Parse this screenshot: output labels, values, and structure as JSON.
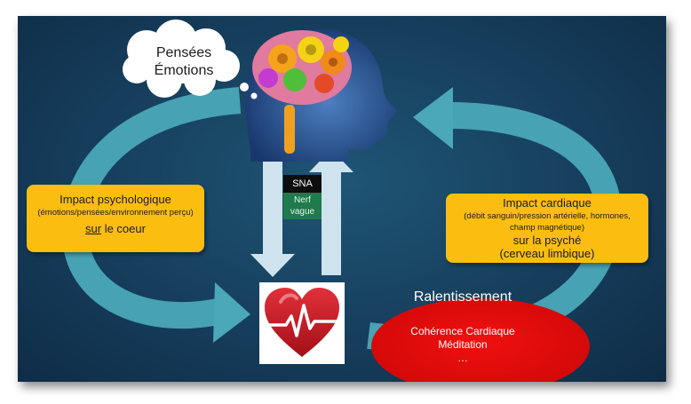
{
  "cloud": {
    "line1": "Pensées",
    "line2": "Émotions"
  },
  "left_box": {
    "title": "Impact psychologique",
    "subtitle": "(émotions/pensées/environnement perçu)",
    "last_underlined": "sur",
    "last_rest": " le coeur"
  },
  "right_box": {
    "title": "Impact cardiaque",
    "subtitle1": "(débit sanguin/pression artérielle, hormones,",
    "subtitle2": "champ magnétique)",
    "line3": "sur la psyché",
    "line4": "(cerveau limbique)"
  },
  "sna": {
    "label": "SNA",
    "nerf_line1": "Nerf",
    "nerf_line2": "vague"
  },
  "oval": {
    "title": "Ralentissement",
    "item1": "Cohérence Cardiaque",
    "item2": "Méditation",
    "item3": "…"
  },
  "colors": {
    "background": "#163e5c",
    "arrow": "#4aa8b8",
    "box": "#fbbd10",
    "oval": "#e00b0b",
    "heart": "#c4141c",
    "connector_arrow": "#cfe3ee"
  },
  "icons": [
    "brain-gears-head-image",
    "heart-pulse-icon",
    "thought-cloud"
  ]
}
